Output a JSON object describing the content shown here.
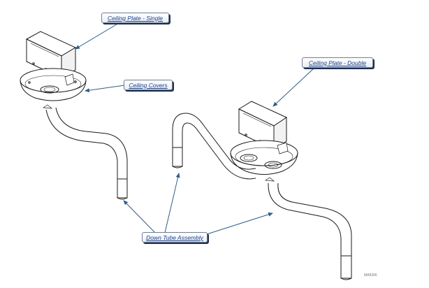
{
  "callouts": {
    "ceiling_plate_single": "Ceiling Plate - Single",
    "ceiling_covers": "Ceiling Covers",
    "ceiling_plate_double": "Ceiling Plate - Double",
    "down_tube_assembly": "Down Tube Assembly"
  },
  "drawing_code": "MA9306",
  "colors": {
    "line": "#1a1a1a",
    "arrow": "#2f5d8a",
    "callout_text": "#1b3f8a",
    "callout_shadow": "#1f2f4a"
  }
}
